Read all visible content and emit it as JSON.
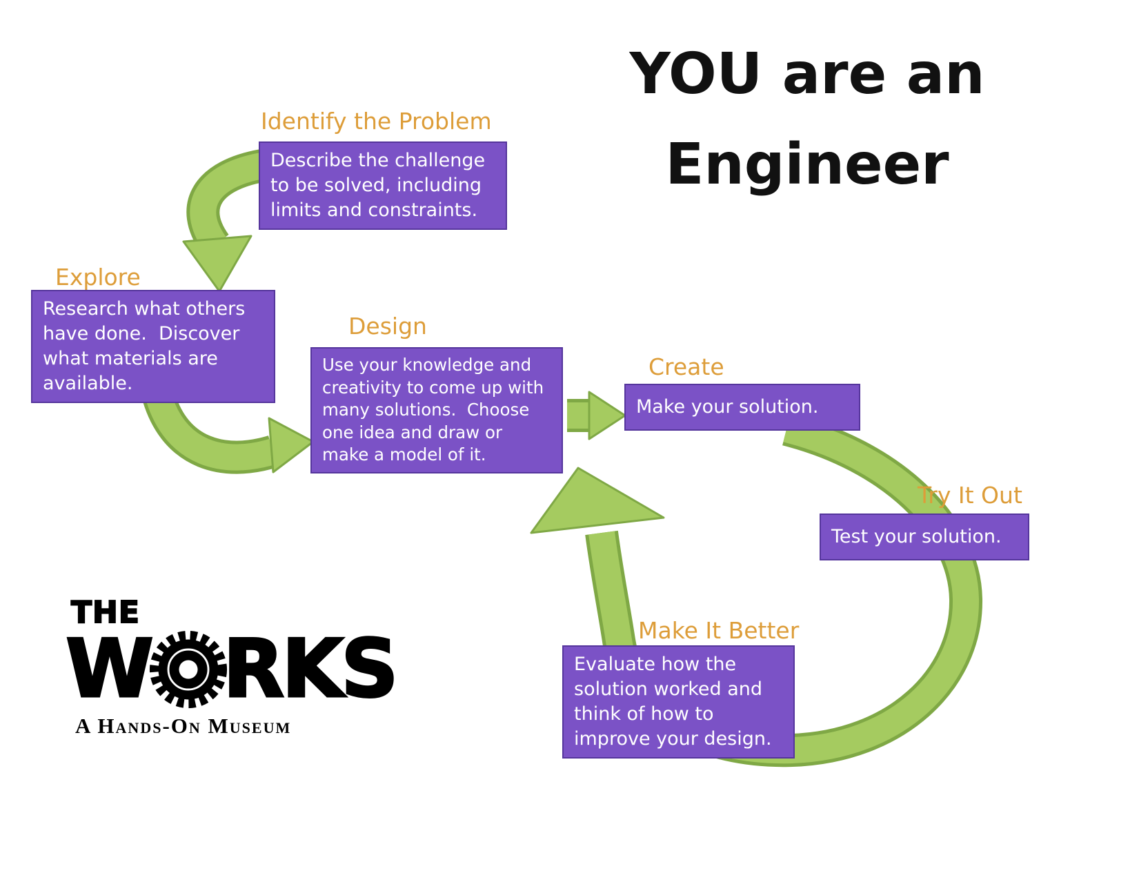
{
  "title": {
    "line1": "YOU are an",
    "line2": "Engineer"
  },
  "steps": [
    {
      "label": "Identify the Problem",
      "text": "Describe the challenge to be solved, including limits and constraints."
    },
    {
      "label": "Explore",
      "text": "Research what others have done.  Discover what materials are available."
    },
    {
      "label": "Design",
      "text": "Use your knowledge and creativity to come up with many solutions.  Choose one idea and draw or make a model of it."
    },
    {
      "label": "Create",
      "text": "Make your solution."
    },
    {
      "label": "Try It Out",
      "text": "Test your solution."
    },
    {
      "label": "Make It Better",
      "text": "Evaluate how the solution worked and think of how to improve your design."
    }
  ],
  "logo": {
    "word_the": "THE",
    "word_w": "W",
    "word_rks": "RKS",
    "tagline": "A Hands-On Museum",
    "gear_icon": "gear-icon"
  },
  "colors": {
    "box_purple": "#7B52C6",
    "box_border_purple": "#55359C",
    "header_orange": "#DD9D39",
    "arrow_green": "#A5CB60",
    "arrow_green_dark": "#7FA845",
    "title_black": "#111111"
  }
}
